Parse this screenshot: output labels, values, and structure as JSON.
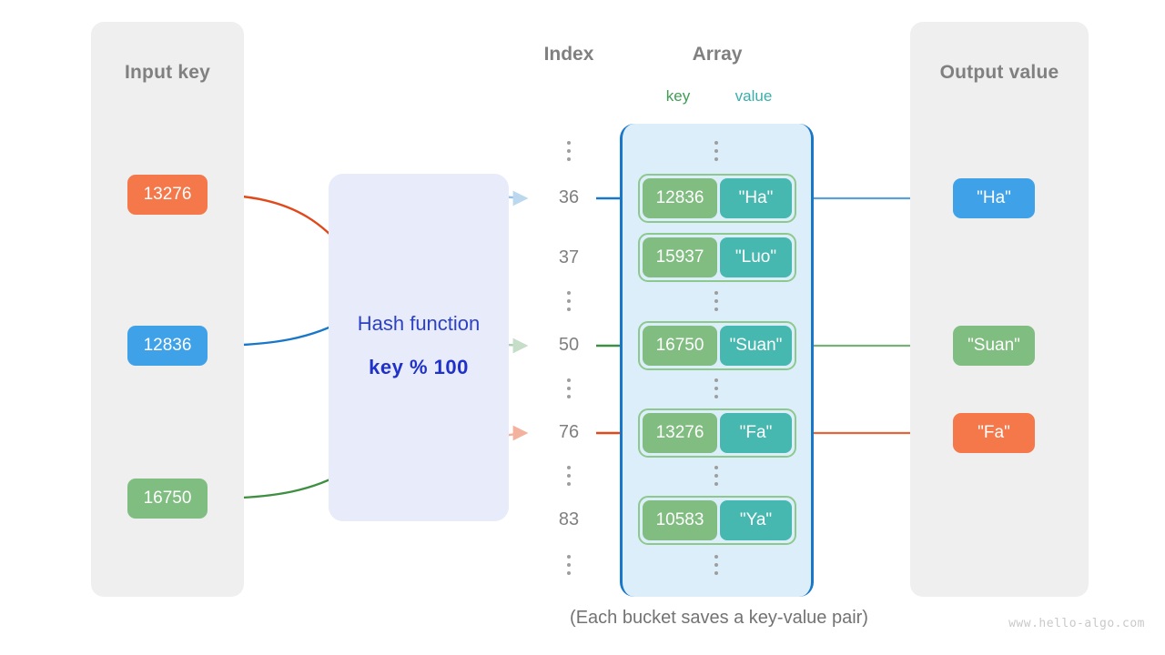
{
  "panels": {
    "input": {
      "title": "Input key"
    },
    "output": {
      "title": "Output value"
    }
  },
  "headings": {
    "index": "Index",
    "array": "Array",
    "key": "key",
    "value": "value"
  },
  "hash_function": {
    "label": "Hash function",
    "formula": "key % 100"
  },
  "input_keys": [
    {
      "text": "13276",
      "color": "#f4784a"
    },
    {
      "text": "12836",
      "color": "#3fa2e8"
    },
    {
      "text": "16750",
      "color": "#80bd80"
    }
  ],
  "output_values": [
    {
      "text": "\"Ha\"",
      "color": "#3fa2e8"
    },
    {
      "text": "\"Suan\"",
      "color": "#80bd80"
    },
    {
      "text": "\"Fa\"",
      "color": "#f4784a"
    }
  ],
  "index_column": [
    {
      "type": "dots"
    },
    {
      "type": "label",
      "text": "36"
    },
    {
      "type": "label",
      "text": "37"
    },
    {
      "type": "dots"
    },
    {
      "type": "label",
      "text": "50"
    },
    {
      "type": "dots"
    },
    {
      "type": "label",
      "text": "76"
    },
    {
      "type": "dots"
    },
    {
      "type": "label",
      "text": "83"
    },
    {
      "type": "dots"
    }
  ],
  "buckets": [
    {
      "index": "36",
      "key": "12836",
      "value": "\"Ha\""
    },
    {
      "index": "37",
      "key": "15937",
      "value": "\"Luo\""
    },
    {
      "index": "50",
      "key": "16750",
      "value": "\"Suan\""
    },
    {
      "index": "76",
      "key": "13276",
      "value": "\"Fa\""
    },
    {
      "index": "83",
      "key": "10583",
      "value": "\"Ya\""
    }
  ],
  "footer": {
    "caption": "(Each bucket saves a key-value pair)",
    "watermark": "www.hello-algo.com"
  },
  "colors": {
    "panel_bg": "#efefef",
    "hash_bg": "#e7ebfa",
    "hash_text": "#2d41c4",
    "array_bg": "#ddeefb",
    "array_border": "#1877c9",
    "bucket_border": "#8dc98d",
    "key_box": "#81bd81",
    "value_box": "#46b8b0",
    "orange": "#f4784a",
    "blue": "#3fa2e8",
    "green": "#80bd80",
    "teal": "#3aafa9",
    "heading_gray": "#808080"
  }
}
